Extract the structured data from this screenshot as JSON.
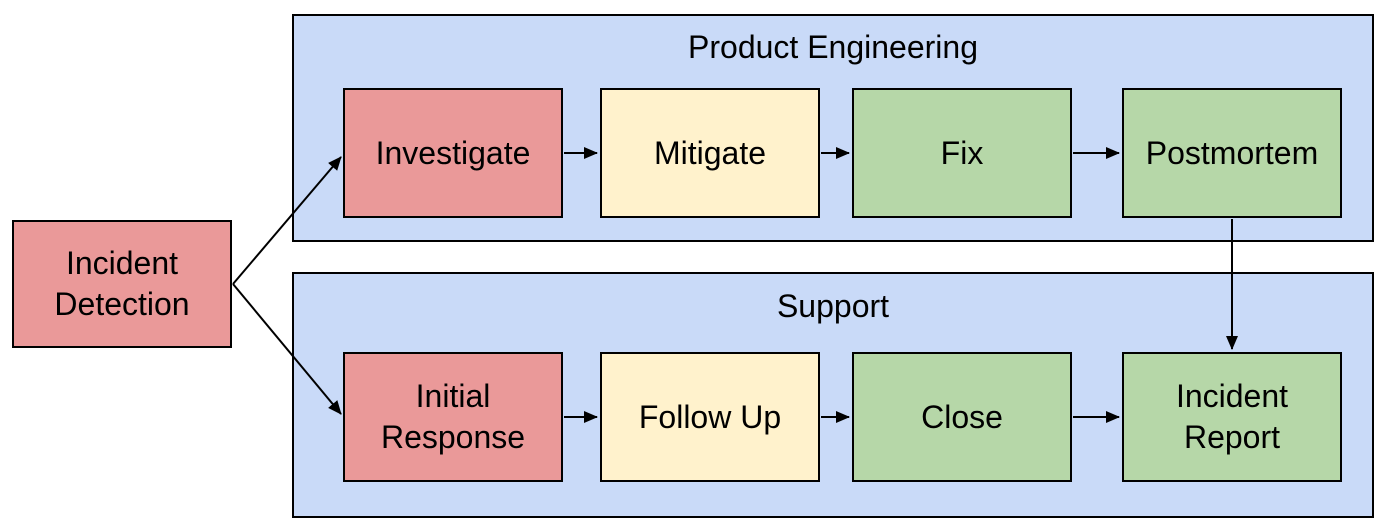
{
  "diagram": {
    "type": "swimlane-flowchart",
    "start_node": {
      "id": "incident-detection",
      "label": "Incident Detection",
      "fill": "#EA9999"
    },
    "lanes": [
      {
        "title": "Product Engineering",
        "fill": "#C9DAF8",
        "nodes": [
          {
            "id": "investigate",
            "label": "Investigate",
            "fill": "#EA9999"
          },
          {
            "id": "mitigate",
            "label": "Mitigate",
            "fill": "#FFF2CC"
          },
          {
            "id": "fix",
            "label": "Fix",
            "fill": "#B6D7A8"
          },
          {
            "id": "postmortem",
            "label": "Postmortem",
            "fill": "#B6D7A8"
          }
        ]
      },
      {
        "title": "Support",
        "fill": "#C9DAF8",
        "nodes": [
          {
            "id": "initial-response",
            "label": "Initial Response",
            "fill": "#EA9999"
          },
          {
            "id": "follow-up",
            "label": "Follow Up",
            "fill": "#FFF2CC"
          },
          {
            "id": "close",
            "label": "Close",
            "fill": "#B6D7A8"
          },
          {
            "id": "incident-report",
            "label": "Incident Report",
            "fill": "#B6D7A8"
          }
        ]
      }
    ],
    "edges": [
      {
        "from": "Incident Detection",
        "to": "Investigate"
      },
      {
        "from": "Incident Detection",
        "to": "Initial Response"
      },
      {
        "from": "Investigate",
        "to": "Mitigate"
      },
      {
        "from": "Mitigate",
        "to": "Fix"
      },
      {
        "from": "Fix",
        "to": "Postmortem"
      },
      {
        "from": "Postmortem",
        "to": "Incident Report"
      },
      {
        "from": "Initial Response",
        "to": "Follow Up"
      },
      {
        "from": "Follow Up",
        "to": "Close"
      },
      {
        "from": "Close",
        "to": "Incident Report"
      }
    ],
    "colors": {
      "lane_fill": "#C9DAF8",
      "red_fill": "#EA9999",
      "yellow_fill": "#FFF2CC",
      "green_fill": "#B6D7A8",
      "border": "#000000",
      "arrow": "#000000",
      "text": "#000000",
      "background": "#FFFFFF"
    }
  }
}
